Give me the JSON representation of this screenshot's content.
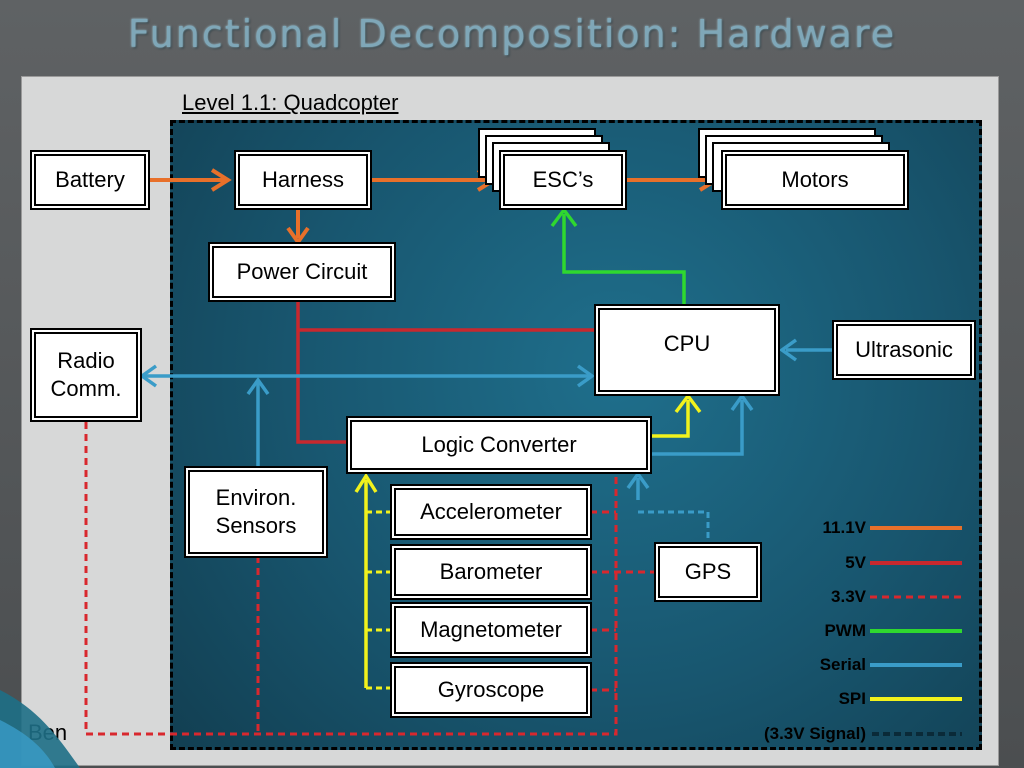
{
  "slide": {
    "title": "Functional Decomposition: Hardware"
  },
  "diagram": {
    "level_label": "Level 1.1: Quadcopter",
    "author": "Ben",
    "blocks": {
      "battery": "Battery",
      "harness": "Harness",
      "escs": "ESC’s",
      "motors": "Motors",
      "power_circuit": "Power Circuit",
      "cpu": "CPU",
      "ultrasonic": "Ultrasonic",
      "radio_line1": "Radio",
      "radio_line2": "Comm.",
      "logic_converter": "Logic Converter",
      "environ_line1": "Environ.",
      "environ_line2": "Sensors",
      "accelerometer": "Accelerometer",
      "barometer": "Barometer",
      "magnetometer": "Magnetometer",
      "gyroscope": "Gyroscope",
      "gps": "GPS"
    },
    "legend": [
      {
        "label": "11.1V",
        "color": "#e8702a",
        "style": "solid"
      },
      {
        "label": "5V",
        "color": "#c8282e",
        "style": "solid"
      },
      {
        "label": "3.3V",
        "color": "#d8282e",
        "style": "dashed"
      },
      {
        "label": "PWM",
        "color": "#2fd82f",
        "style": "solid"
      },
      {
        "label": "Serial",
        "color": "#3a9cc8",
        "style": "solid"
      },
      {
        "label": "SPI",
        "color": "#f2f21c",
        "style": "solid"
      },
      {
        "label": "(3.3V Signal)",
        "color": "#0a2a38",
        "style": "dashed"
      }
    ]
  }
}
